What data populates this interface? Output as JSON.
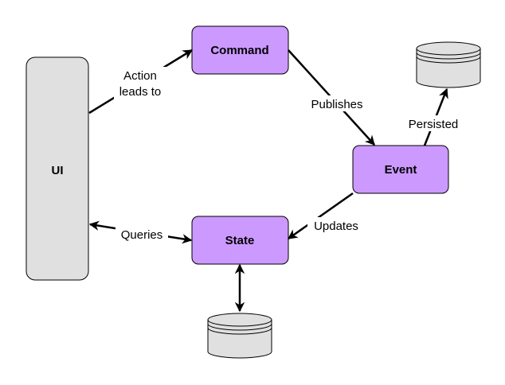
{
  "nodes": {
    "ui": {
      "label": "UI"
    },
    "command": {
      "label": "Command"
    },
    "event": {
      "label": "Event"
    },
    "state": {
      "label": "State"
    }
  },
  "edges": {
    "action": {
      "label_line1": "Action",
      "label_line2": "leads to"
    },
    "publishes": {
      "label": "Publishes"
    },
    "persisted": {
      "label": "Persisted"
    },
    "updates": {
      "label": "Updates"
    },
    "queries": {
      "label": "Queries"
    }
  },
  "colors": {
    "process_fill": "#cc99ff",
    "ui_fill": "#e0e0e0",
    "database_fill": "#e0e0e0",
    "stroke": "#000000"
  }
}
